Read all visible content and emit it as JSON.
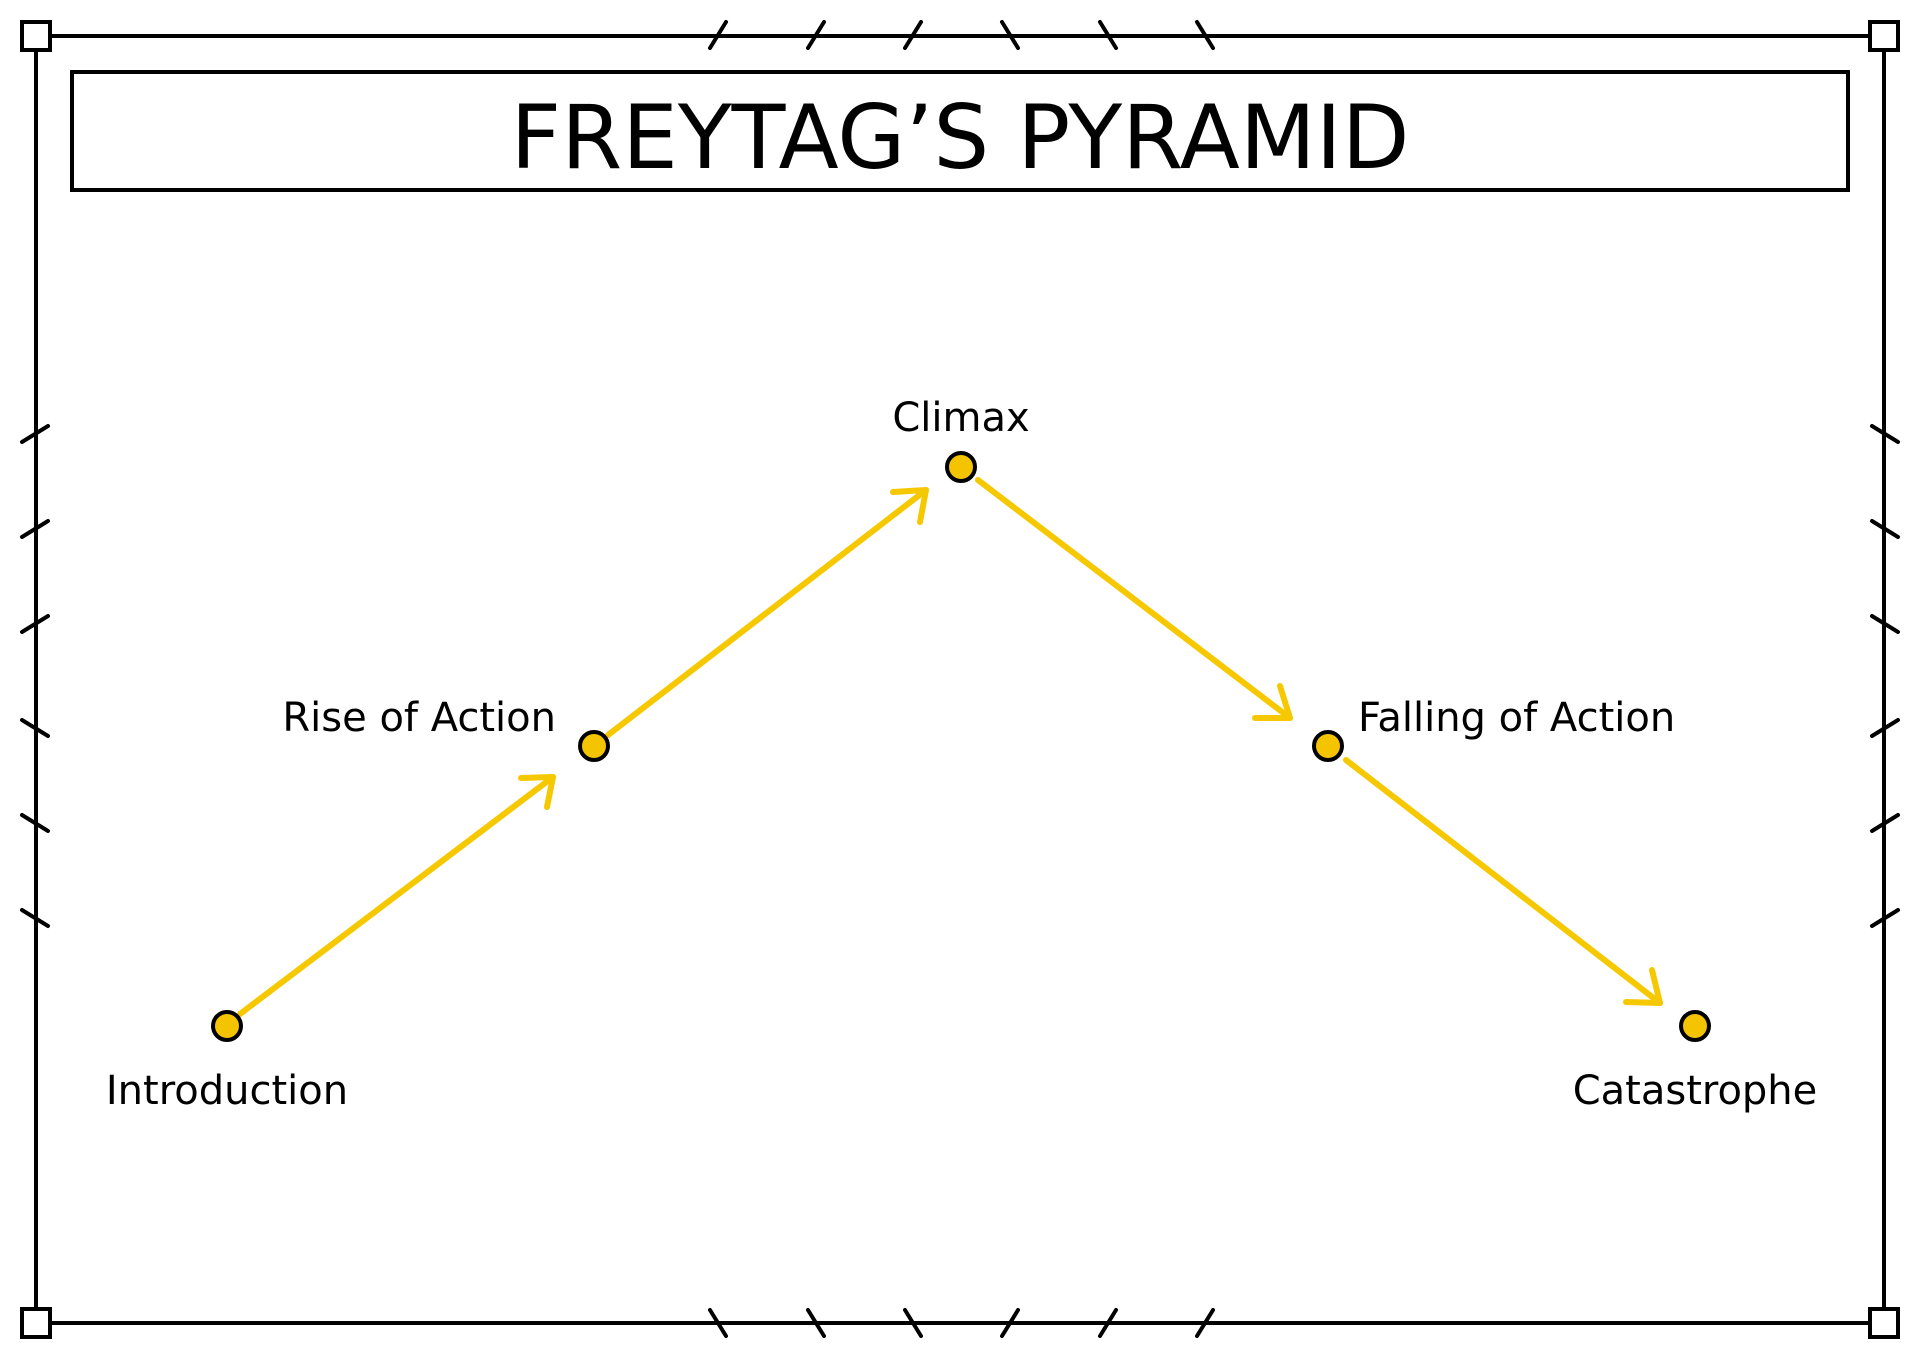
{
  "title": "FREYTAG’S PYRAMID",
  "colors": {
    "frame": "#000000",
    "arrow": "#F5C800",
    "node_fill": "#F5C400",
    "node_stroke": "#000000",
    "background": "#FFFFFF"
  },
  "stages": [
    {
      "id": "introduction",
      "label": "Introduction"
    },
    {
      "id": "rise",
      "label": "Rise of Action"
    },
    {
      "id": "climax",
      "label": "Climax"
    },
    {
      "id": "falling",
      "label": "Falling of Action"
    },
    {
      "id": "catastrophe",
      "label": "Catastrophe"
    }
  ]
}
